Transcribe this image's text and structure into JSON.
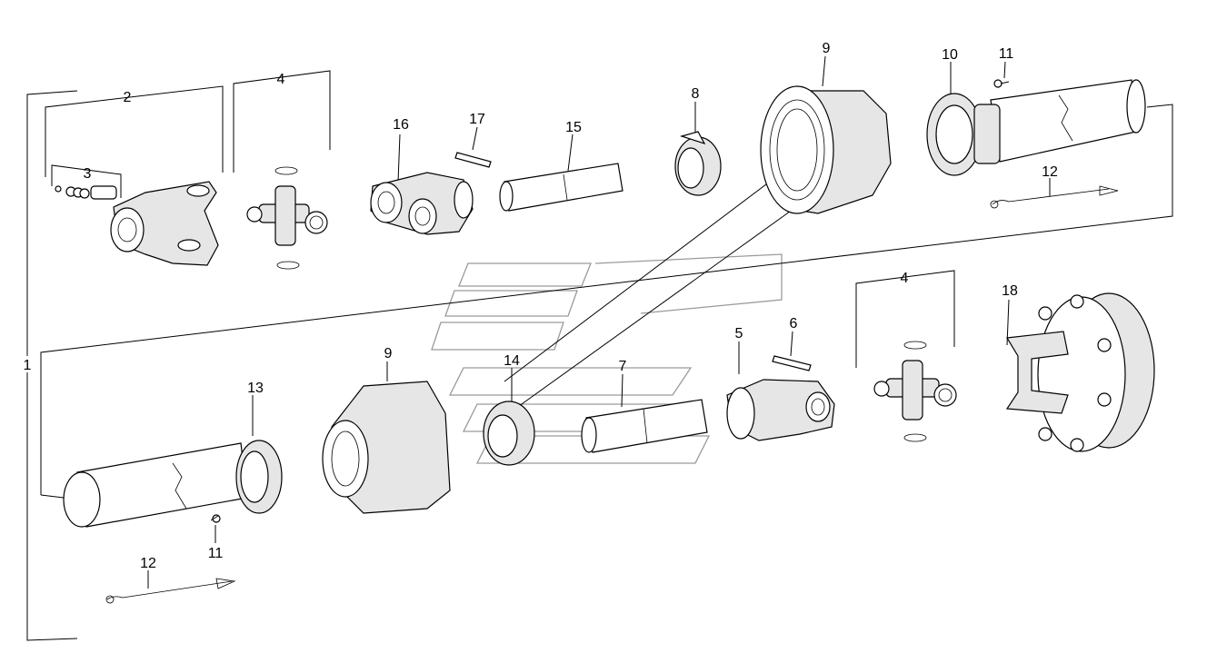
{
  "diagram": {
    "labels": {
      "l1": "1",
      "l2": "2",
      "l3": "3",
      "l4_top": "4",
      "l4_bottom": "4",
      "l5": "5",
      "l6": "6",
      "l7": "7",
      "l8": "8",
      "l9_top": "9",
      "l9_bottom": "9",
      "l10": "10",
      "l11_top": "11",
      "l11_bottom": "11",
      "l12_top": "12",
      "l12_bottom": "12",
      "l13": "13",
      "l14": "14",
      "l15": "15",
      "l16": "16",
      "l17": "17",
      "l18": "18"
    }
  }
}
